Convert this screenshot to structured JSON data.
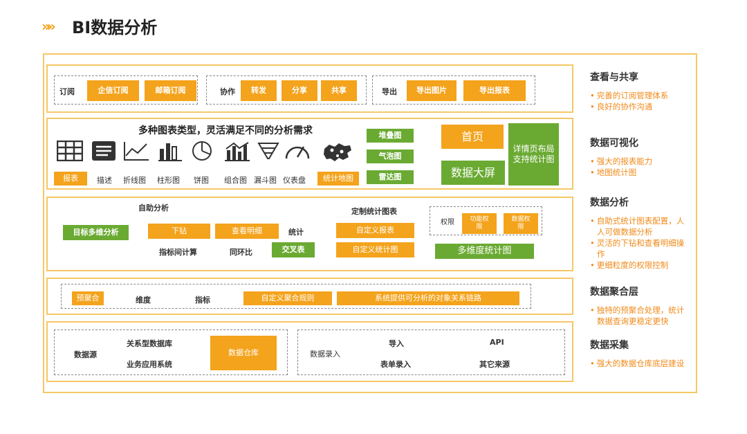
{
  "header": {
    "arrows": "»»",
    "title": "BI数据分析"
  },
  "row1": {
    "subscribe": {
      "label": "订阅",
      "buttons": [
        "企信订阅",
        "邮箱订阅"
      ]
    },
    "collab": {
      "label": "协作",
      "buttons": [
        "转发",
        "分享",
        "共享"
      ]
    },
    "export": {
      "label": "导出",
      "buttons": [
        "导出图片",
        "导出报表"
      ]
    }
  },
  "row2": {
    "heading": "多种图表类型，灵活满足不同的分析需求",
    "chart_types": [
      {
        "label": "报表",
        "icon": "table-icon"
      },
      {
        "label": "描述",
        "icon": "list-icon"
      },
      {
        "label": "折线图",
        "icon": "line-chart-icon"
      },
      {
        "label": "柱形图",
        "icon": "bar-chart-icon"
      },
      {
        "label": "饼图",
        "icon": "pie-chart-icon"
      },
      {
        "label": "组合图",
        "icon": "combo-chart-icon"
      },
      {
        "label": "漏斗图",
        "icon": "funnel-icon"
      },
      {
        "label": "仪表盘",
        "icon": "gauge-icon"
      },
      {
        "label": "统计地图",
        "icon": "map-icon"
      }
    ],
    "green_small": [
      "堆叠图",
      "气泡图",
      "雷达图"
    ],
    "home": "首页",
    "big_screen": "数据大屏",
    "detail": "详情页布局支持统计图"
  },
  "row3": {
    "self_title": "自助分析",
    "target": "目标多维分析",
    "drill": "下钻",
    "detail_view": "查看明细",
    "stat": "统计",
    "metric_calc": "指标间计算",
    "yoy": "同环比",
    "cross": "交叉表",
    "custom_title": "定制统计图表",
    "custom_report": "自定义报表",
    "custom_chart": "自定义统计图",
    "perm_label": "权限",
    "func_perm": "功能权限",
    "data_perm": "数据权限",
    "multi_chart": "多维度统计图"
  },
  "row4": {
    "pre_agg": "预聚合",
    "dim": "维度",
    "metric": "指标",
    "custom_rule": "自定义聚合规则",
    "system_chain": "系统提供可分析的对象关系链路"
  },
  "row5": {
    "source": "数据源",
    "rdb": "关系型数据库",
    "biz": "业务应用系统",
    "warehouse": "数据仓库",
    "entry": "数据录入",
    "import": "导入",
    "api": "API",
    "form": "表单录入",
    "other": "其它来源"
  },
  "sidebar": [
    {
      "title": "查看与共享",
      "items": [
        "完善的订阅管理体系",
        "良好的协作沟通"
      ]
    },
    {
      "title": "数据可视化",
      "items": [
        "强大的报表能力",
        "地图统计图"
      ]
    },
    {
      "title": "数据分析",
      "items": [
        "自助式统计图表配置，人人可做数据分析",
        "灵活的下钻和查看明细操作",
        "更细粒度的权限控制"
      ]
    },
    {
      "title": "数据聚合层",
      "items": [
        "独特的预聚合处理，统计数据查询更稳定更快"
      ]
    },
    {
      "title": "数据采集",
      "items": [
        "强大的数据仓库底层建设"
      ]
    }
  ],
  "colors": {
    "orange": "#f4a31c",
    "green": "#6aaa32",
    "border": "#f6c766",
    "accent_text": "#f08a1a"
  }
}
